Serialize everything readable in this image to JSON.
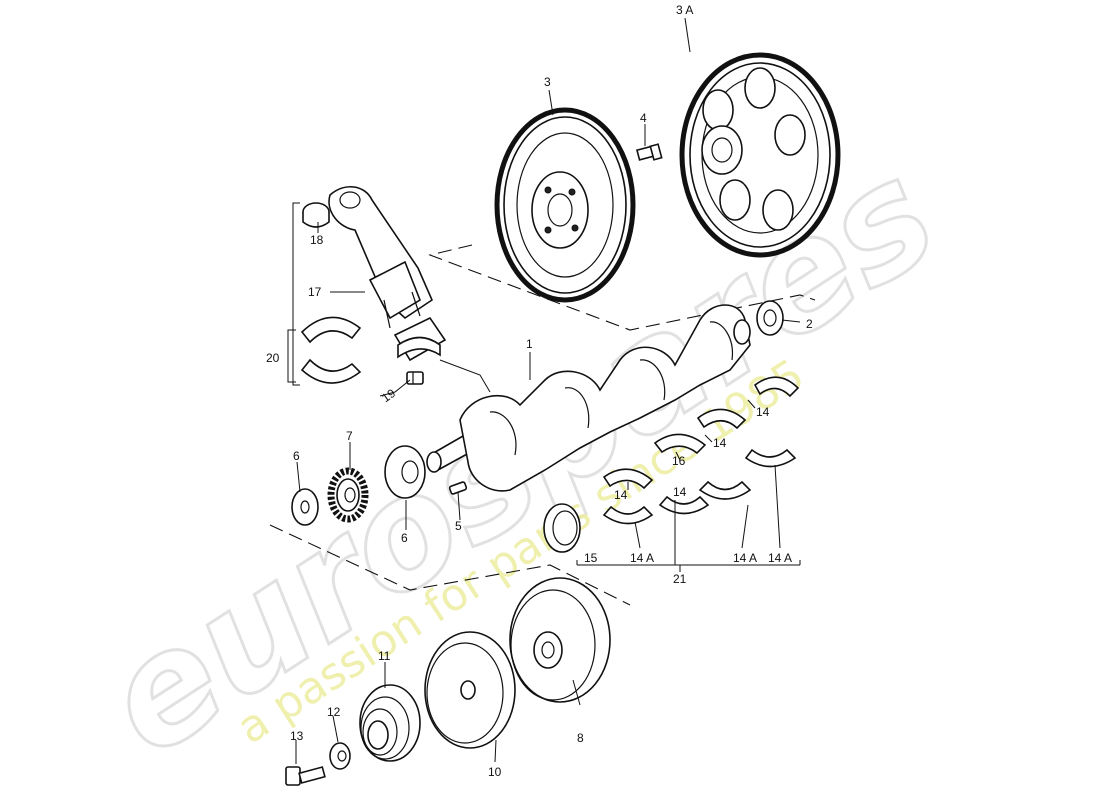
{
  "watermark": {
    "brand": "eurospares",
    "tagline": "a passion for parts since 1985"
  },
  "callouts": {
    "c1": "1",
    "c2": "2",
    "c3": "3",
    "c3a": "3 A",
    "c4": "4",
    "c5": "5",
    "c6a": "6",
    "c6b": "6",
    "c7": "7",
    "c8": "8",
    "c10": "10",
    "c11": "11",
    "c12": "12",
    "c13": "13",
    "c14a": "14",
    "c14b": "14",
    "c14c": "14",
    "c14d": "14",
    "c14A1": "14 A",
    "c14A2": "14 A",
    "c14A3": "14 A",
    "c15": "15",
    "c16": "16",
    "c17": "17",
    "c18": "18",
    "c19": "19",
    "c20": "20",
    "c21": "21"
  }
}
